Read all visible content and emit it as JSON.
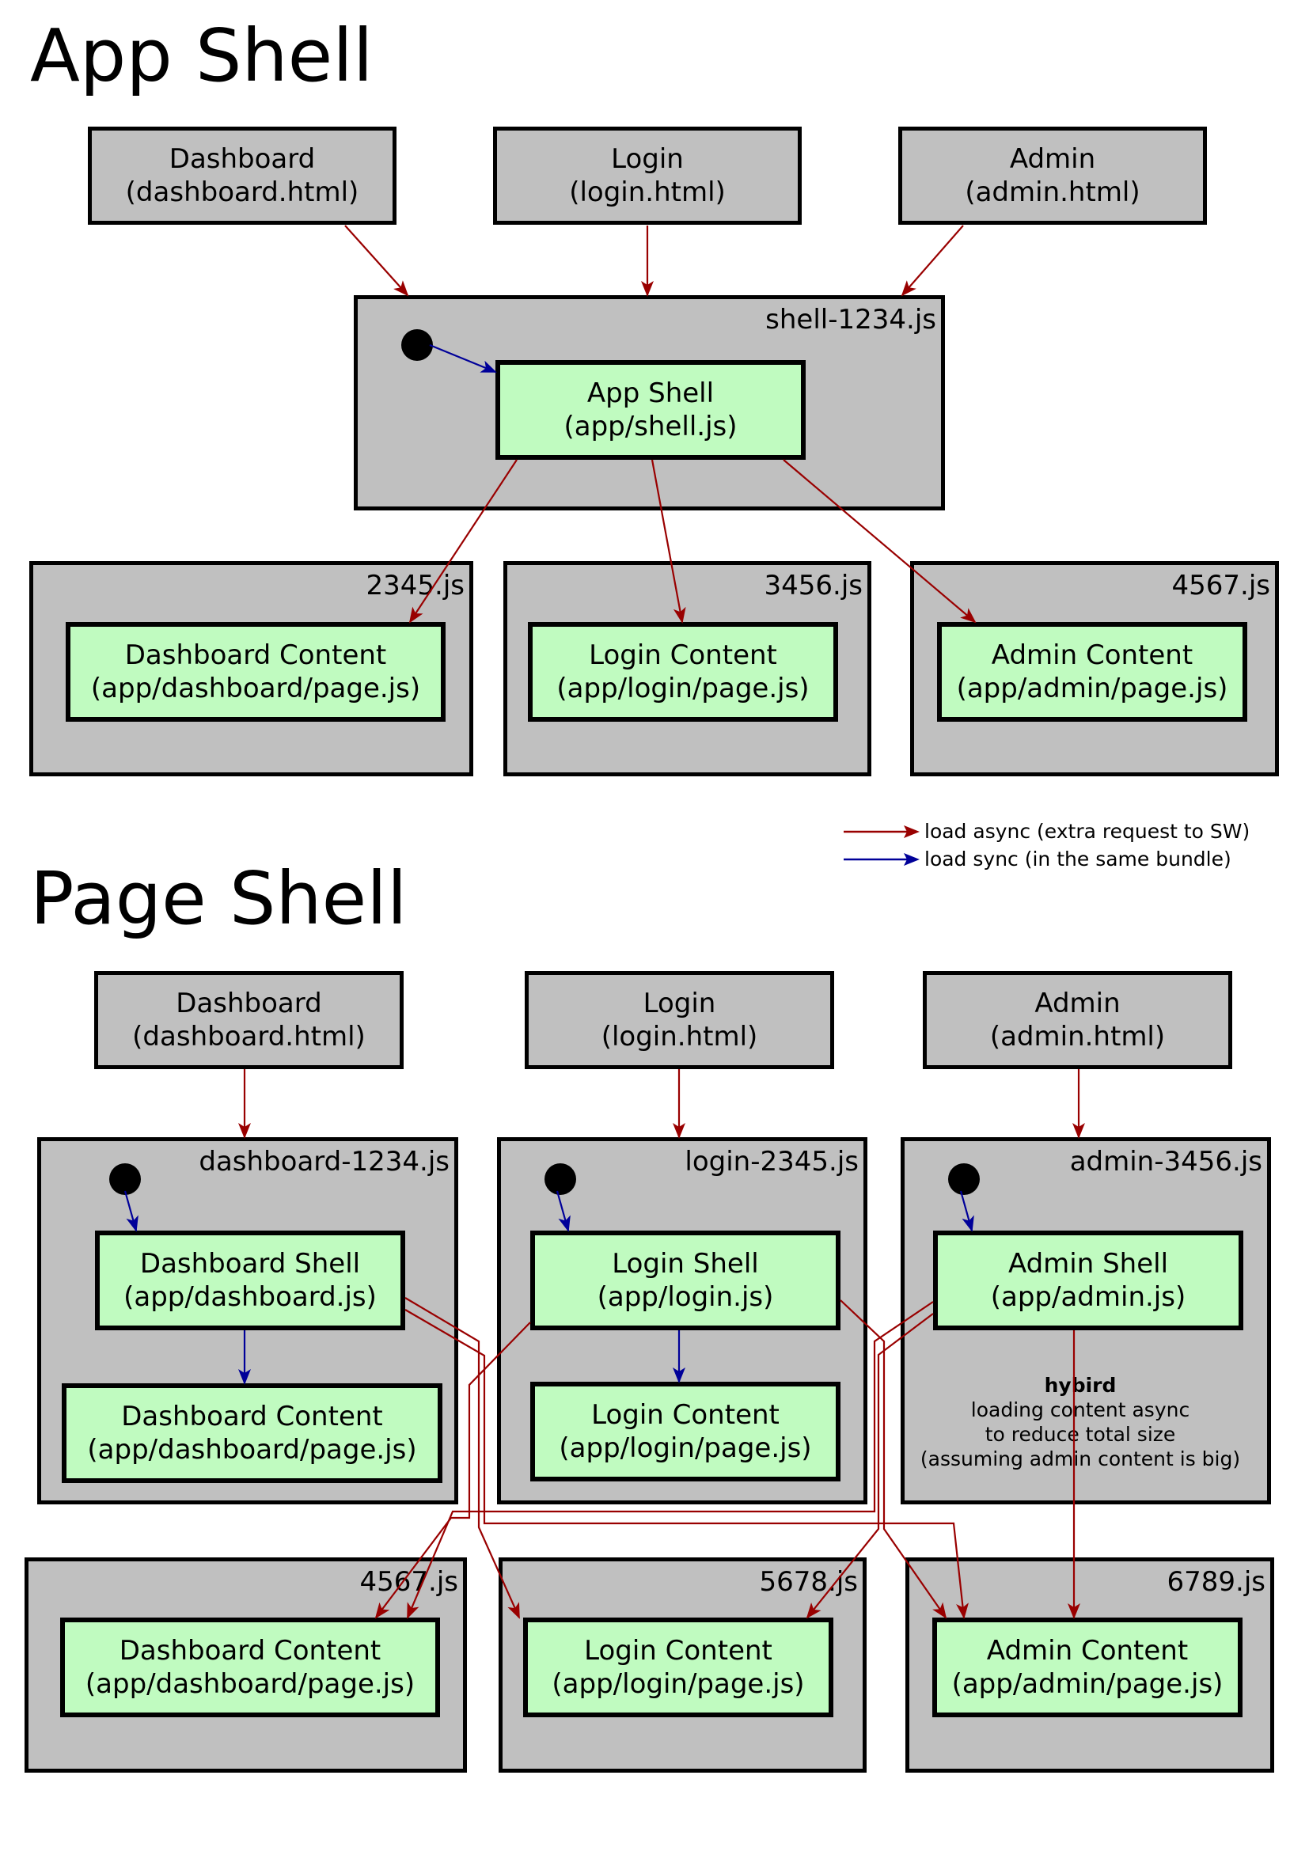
{
  "app_shell": {
    "title": "App Shell",
    "pages": [
      {
        "name": "Dashboard",
        "file": "(dashboard.html)"
      },
      {
        "name": "Login",
        "file": "(login.html)"
      },
      {
        "name": "Admin",
        "file": "(admin.html)"
      }
    ],
    "shell_bundle": {
      "label": "shell-1234.js",
      "module": {
        "name": "App Shell",
        "file": "(app/shell.js)"
      }
    },
    "content_bundles": [
      {
        "label": "2345.js",
        "module": {
          "name": "Dashboard Content",
          "file": "(app/dashboard/page.js)"
        }
      },
      {
        "label": "3456.js",
        "module": {
          "name": "Login Content",
          "file": "(app/login/page.js)"
        }
      },
      {
        "label": "4567.js",
        "module": {
          "name": "Admin Content",
          "file": "(app/admin/page.js)"
        }
      }
    ]
  },
  "legend": {
    "async": {
      "label": "load async (extra request to SW)",
      "color": "#990000"
    },
    "sync": {
      "label": "load sync (in the same bundle)",
      "color": "#000099"
    }
  },
  "page_shell": {
    "title": "Page Shell",
    "pages": [
      {
        "name": "Dashboard",
        "file": "(dashboard.html)"
      },
      {
        "name": "Login",
        "file": "(login.html)"
      },
      {
        "name": "Admin",
        "file": "(admin.html)"
      }
    ],
    "page_bundles": [
      {
        "label": "dashboard-1234.js",
        "shell": {
          "name": "Dashboard Shell",
          "file": "(app/dashboard.js)"
        },
        "content": {
          "name": "Dashboard Content",
          "file": "(app/dashboard/page.js)"
        }
      },
      {
        "label": "login-2345.js",
        "shell": {
          "name": "Login Shell",
          "file": "(app/login.js)"
        },
        "content": {
          "name": "Login Content",
          "file": "(app/login/page.js)"
        }
      },
      {
        "label": "admin-3456.js",
        "shell": {
          "name": "Admin Shell",
          "file": "(app/admin.js)"
        }
      }
    ],
    "hybrid_note": {
      "title": "hybird",
      "lines": [
        "loading content async",
        "to reduce total size",
        "(assuming admin content is big)"
      ]
    },
    "content_bundles": [
      {
        "label": "4567.js",
        "module": {
          "name": "Dashboard Content",
          "file": "(app/dashboard/page.js)"
        }
      },
      {
        "label": "5678.js",
        "module": {
          "name": "Login Content",
          "file": "(app/login/page.js)"
        }
      },
      {
        "label": "6789.js",
        "module": {
          "name": "Admin Content",
          "file": "(app/admin/page.js)"
        }
      }
    ]
  },
  "colors": {
    "bundle_fill": "#c0c0c0",
    "module_fill": "#c0fbc0",
    "border": "#000000"
  }
}
